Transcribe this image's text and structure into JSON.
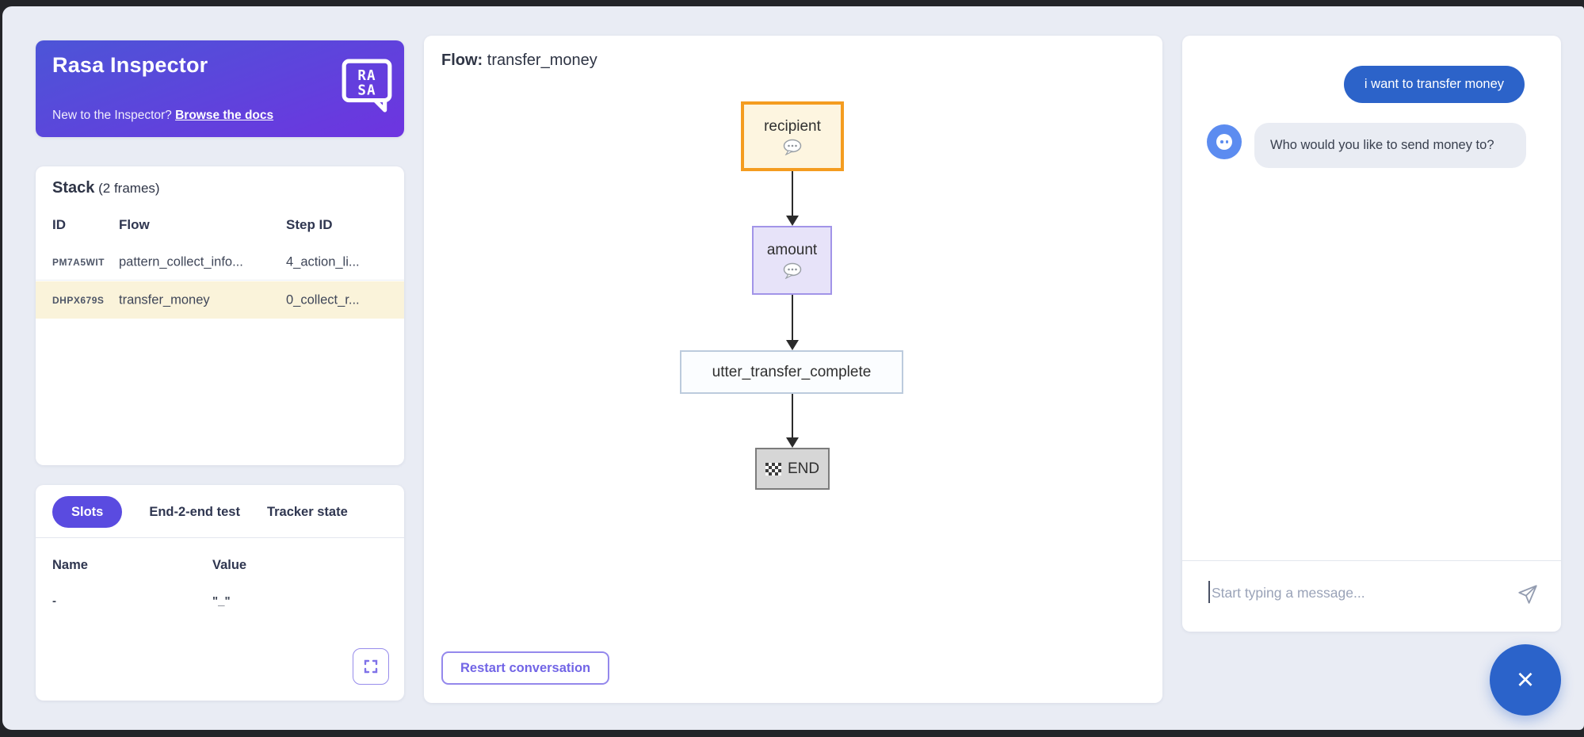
{
  "header": {
    "title": "Rasa Inspector",
    "docs_prompt": "New to the Inspector?",
    "docs_link": "Browse the docs",
    "logo_top": "RA",
    "logo_bottom": "SA"
  },
  "stack": {
    "title": "Stack",
    "frames_note": "(2 frames)",
    "columns": {
      "id": "ID",
      "flow": "Flow",
      "step": "Step ID"
    },
    "rows": [
      {
        "id": "PM7A5WIT",
        "flow": "pattern_collect_info...",
        "step": "4_action_li..."
      },
      {
        "id": "DHPX679S",
        "flow": "transfer_money",
        "step": "0_collect_r..."
      }
    ]
  },
  "panel_tabs": {
    "slots": "Slots",
    "e2e": "End-2-end test",
    "tracker": "Tracker state"
  },
  "slots": {
    "columns": {
      "name": "Name",
      "value": "Value"
    },
    "rows": [
      {
        "name": "-",
        "value": "\"_\""
      }
    ]
  },
  "flow": {
    "label": "Flow:",
    "name": "transfer_money",
    "nodes": [
      {
        "label": "recipient"
      },
      {
        "label": "amount"
      },
      {
        "label": "utter_transfer_complete"
      },
      {
        "label": "END"
      }
    ],
    "restart_label": "Restart conversation"
  },
  "chat": {
    "user_message": "i want to transfer money",
    "bot_message": "Who would you like to send money to?",
    "input_placeholder": "Start typing a message...",
    "close_label": "×"
  },
  "colors": {
    "accent_purple": "#5a4be0",
    "header_gradient_start": "#4c55d7",
    "header_gradient_end": "#6e34e0",
    "user_bubble": "#2c63c9",
    "avatar_blue": "#5c8cf0",
    "stack_highlight_row": "#faf3da",
    "node_active_border": "#f49c20",
    "node_collect_border": "#a294e8",
    "node_action_border": "#bccbdd",
    "node_end_bg": "#d6d6d6",
    "page_bg": "#e9ecf4"
  }
}
